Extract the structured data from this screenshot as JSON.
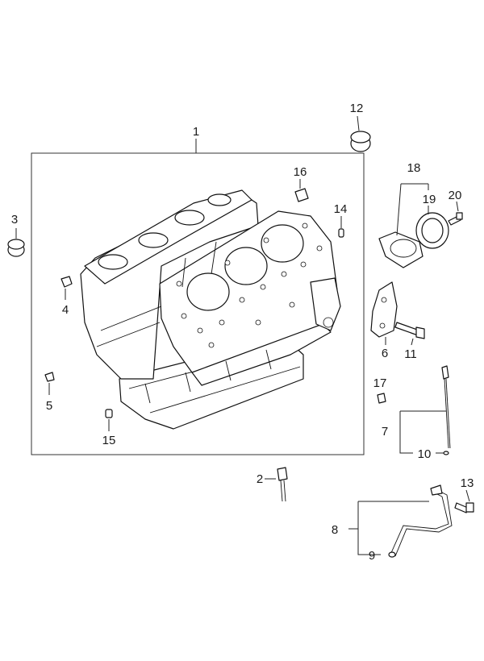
{
  "diagram": {
    "callouts": {
      "c1": "1",
      "c2": "2",
      "c3": "3",
      "c4": "4",
      "c5": "5",
      "c6": "6",
      "c7": "7",
      "c8": "8",
      "c9": "9",
      "c10": "10",
      "c11": "11",
      "c12": "12",
      "c13": "13",
      "c14": "14",
      "c15": "15",
      "c16": "16",
      "c17": "17",
      "c18": "18",
      "c19": "19",
      "c20": "20"
    }
  }
}
